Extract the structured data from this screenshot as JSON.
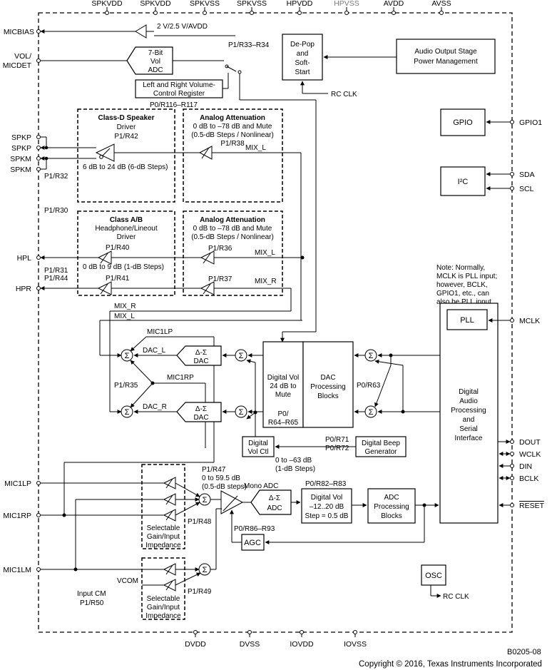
{
  "top_pins": [
    "SPKVDD",
    "SPKVDD",
    "SPKVSS",
    "SPKVSS",
    "HPVDD",
    "HPVSS",
    "AVDD",
    "AVSS"
  ],
  "bottom_pins": [
    "DVDD",
    "DVSS",
    "IOVDD",
    "IOVSS"
  ],
  "left_pins": {
    "micbias": "MICBIAS",
    "vol1": "VOL/",
    "vol2": "MICDET",
    "spkp1": "SPKP",
    "spkp2": "SPKP",
    "spkm1": "SPKM",
    "spkm2": "SPKM",
    "hpl": "HPL",
    "hpr": "HPR",
    "mic1lp": "MIC1LP",
    "mic1rp": "MIC1RP",
    "mic1lm": "MIC1LM"
  },
  "right_pins": {
    "gpio1": "GPIO1",
    "sda": "SDA",
    "scl": "SCL",
    "mclk": "MCLK",
    "dout": "DOUT",
    "wclk": "WCLK",
    "din": "DIN",
    "bclk": "BCLK",
    "reset": "RESET"
  },
  "blocks": {
    "micbias_ref": "2 V/2.5 V/AVDD",
    "adc7_1": "7-Bit",
    "adc7_2": "Vol",
    "adc7_3": "ADC",
    "volreg_1": "Left and Right Volume-",
    "volreg_2": "Control Register",
    "p1r33": "P1/R33–R34",
    "depop_1": "De-Pop",
    "depop_2": "and",
    "depop_3": "Soft-",
    "depop_4": "Start",
    "power_1": "Audio Output Stage",
    "power_2": "Power Management",
    "rcclk1": "RC CLK",
    "p0r116": "P0/R116–R117",
    "classd_1": "Class-D Speaker",
    "classd_2": "Driver",
    "classd_3": "P1/R42",
    "classd_gain": "6 dB to 24 dB  (6-dB Steps)",
    "atten1_1": "Analog Attenuation",
    "atten1_2": "0 dB to –78 dB and Mute",
    "atten1_3": "(0.5-dB Steps / Nonlinear)",
    "atten1_4": "P1/R38",
    "mixl_1": "MIX_L",
    "p1r32": "P1/R32",
    "p1r30": "P1/R30",
    "classab_1": "Class A/B",
    "classab_2": "Headphone/Lineout",
    "classab_3": "Driver",
    "p1r40": "P1/R40",
    "classab_gain": "0 dB to 9 dB  (1-dB Steps)",
    "p1r41": "P1/R41",
    "atten2_1": "Analog Attenuation",
    "atten2_2": "0 dB to –78 dB and Mute",
    "atten2_3": "(0.5-dB Steps / Nonlinear)",
    "p1r36": "P1/R36",
    "p1r37": "P1/R37",
    "mixl_2": "MIX_L",
    "mixr_1": "MIX_R",
    "p1r31": "P1/R31",
    "p1r44": "P1/R44",
    "note_1": "Note: Normally,",
    "note_2": "MCLK is PLL input;",
    "note_3": "however, BCLK,",
    "note_4": "GPIO1, etc., can",
    "note_5": "also be PLL input.",
    "gpio": "GPIO",
    "i2c": "I²C",
    "pll": "PLL",
    "dsp_1": "Digital",
    "dsp_2": "Audio",
    "dsp_3": "Processing",
    "dsp_4": "and",
    "dsp_5": "Serial",
    "dsp_6": "Interface",
    "mixr_2": "MIX_R",
    "mixl_3": "MIX_L",
    "mic1lp_lbl": "MIC1LP",
    "dacl": "DAC_L",
    "mic1rp_lbl": "MIC1RP",
    "p1r35": "P1/R35",
    "dacr": "DAC_R",
    "dac_1": "Δ-Σ",
    "dac_2": "DAC",
    "dac_3": "Δ-Σ",
    "dac_4": "DAC",
    "dvol_1": "Digital Vol",
    "dvol_2": "24 dB to",
    "dvol_3": "Mute",
    "dvol_4": "P0/",
    "dvol_5": "R64–R65",
    "dacproc_1": "DAC",
    "dacproc_2": "Processing",
    "dacproc_3": "Blocks",
    "p0r63": "P0/R63",
    "volctl_1": "Digital",
    "volctl_2": "Vol Ctl",
    "p0r71": "P0/R71",
    "p0r72": "P0/R72",
    "beep_1": "Digital Beep",
    "beep_2": "Generator",
    "beep_range_1": "0 to –63 dB",
    "beep_range_2": "(1-dB Steps)",
    "pga_1": "P1/R47",
    "pga_2": "0 to 59.5 dB",
    "pga_3": "(0.5-dB steps)",
    "monoadc": "Mono ADC",
    "adc_1": "Δ-Σ",
    "adc_2": "ADC",
    "p0r82": "P0/R82–R83",
    "advol_1": "Digital Vol",
    "advol_2": "–12..20 dB",
    "advol_3": "Step = 0.5 dB",
    "adcproc_1": "ADC",
    "adcproc_2": "Processing",
    "adcproc_3": "Blocks",
    "p0r86": "P0/R86–R93",
    "agc": "AGC",
    "p1r48": "P1/R48",
    "sel1_1": "Selectable",
    "sel1_2": "Gain/Input",
    "sel1_3": "Impedance",
    "vcom": "VCOM",
    "p1r49": "P1/R49",
    "inputcm_1": "Input CM",
    "inputcm_2": "P1/R50",
    "sel2_1": "Selectable",
    "sel2_2": "Gain/Input",
    "sel2_3": "Impedance",
    "osc": "OSC",
    "rcclk2": "RC CLK",
    "sigma": "Σ"
  },
  "footer": {
    "figure_id": "B0205-08",
    "copyright": "Copyright © 2016, Texas Instruments Incorporated"
  }
}
